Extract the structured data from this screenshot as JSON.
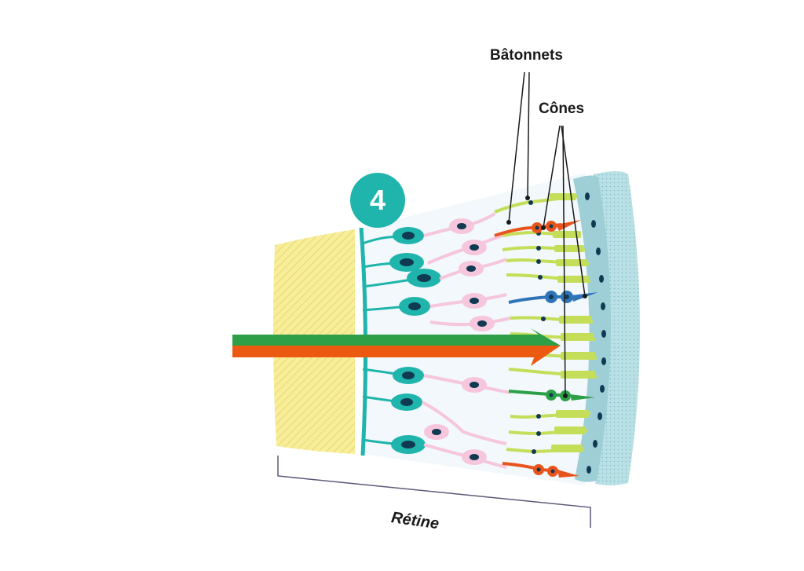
{
  "labels": {
    "rods": "Bâtonnets",
    "cones": "Cônes",
    "retina": "Rétine"
  },
  "step_number": "4",
  "colors": {
    "lens_yellow": "#f8ee9a",
    "ganglion_teal": "#1fb4ac",
    "bipolar_pink": "#f6c6dc",
    "rod_green": "#c5de5a",
    "cone_red": "#e9541d",
    "cone_blue": "#2f74b8",
    "cone_green": "#2ca046",
    "epithelium_blue": "#9fcfd6",
    "nucleus_navy": "#0f3a52",
    "arrow_green": "#2e9e47",
    "arrow_orange": "#ec5a12"
  }
}
